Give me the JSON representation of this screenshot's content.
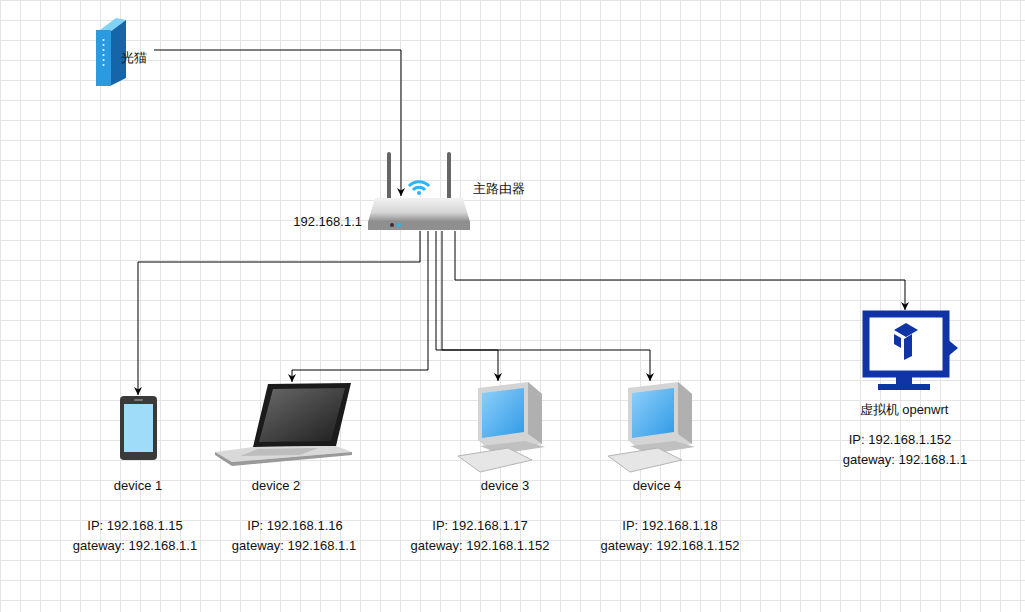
{
  "diagram": {
    "nodes": [
      {
        "text": [
          "光猫"
        ]
      },
      {
        "text": [
          "主路由器",
          "192.168.1.1"
        ]
      },
      {
        "text": [
          "device 1",
          "IP: 192.168.1.15",
          "gateway: 192.168.1.1"
        ]
      },
      {
        "text": [
          "device 2",
          "IP: 192.168.1.16",
          "gateway: 192.168.1.1"
        ]
      },
      {
        "text": [
          "device 3",
          "IP: 192.168.1.17",
          "gateway: 192.168.1.152"
        ]
      },
      {
        "text": [
          "device 4",
          "IP: 192.168.1.18",
          "gateway: 192.168.1.152"
        ]
      },
      {
        "text": [
          "虚拟机 openwrt",
          "IP: 192.168.1.152",
          "gateway: 192.168.1.1"
        ]
      }
    ],
    "edges": [
      {
        "from": 0,
        "to": 1,
        "arrow": "to"
      },
      {
        "from": 1,
        "to": 2,
        "arrow": "to"
      },
      {
        "from": 1,
        "to": 3,
        "arrow": "to"
      },
      {
        "from": 1,
        "to": 4,
        "arrow": "to"
      },
      {
        "from": 1,
        "to": 5,
        "arrow": "to"
      },
      {
        "from": 1,
        "to": 6,
        "arrow": "to"
      }
    ]
  }
}
